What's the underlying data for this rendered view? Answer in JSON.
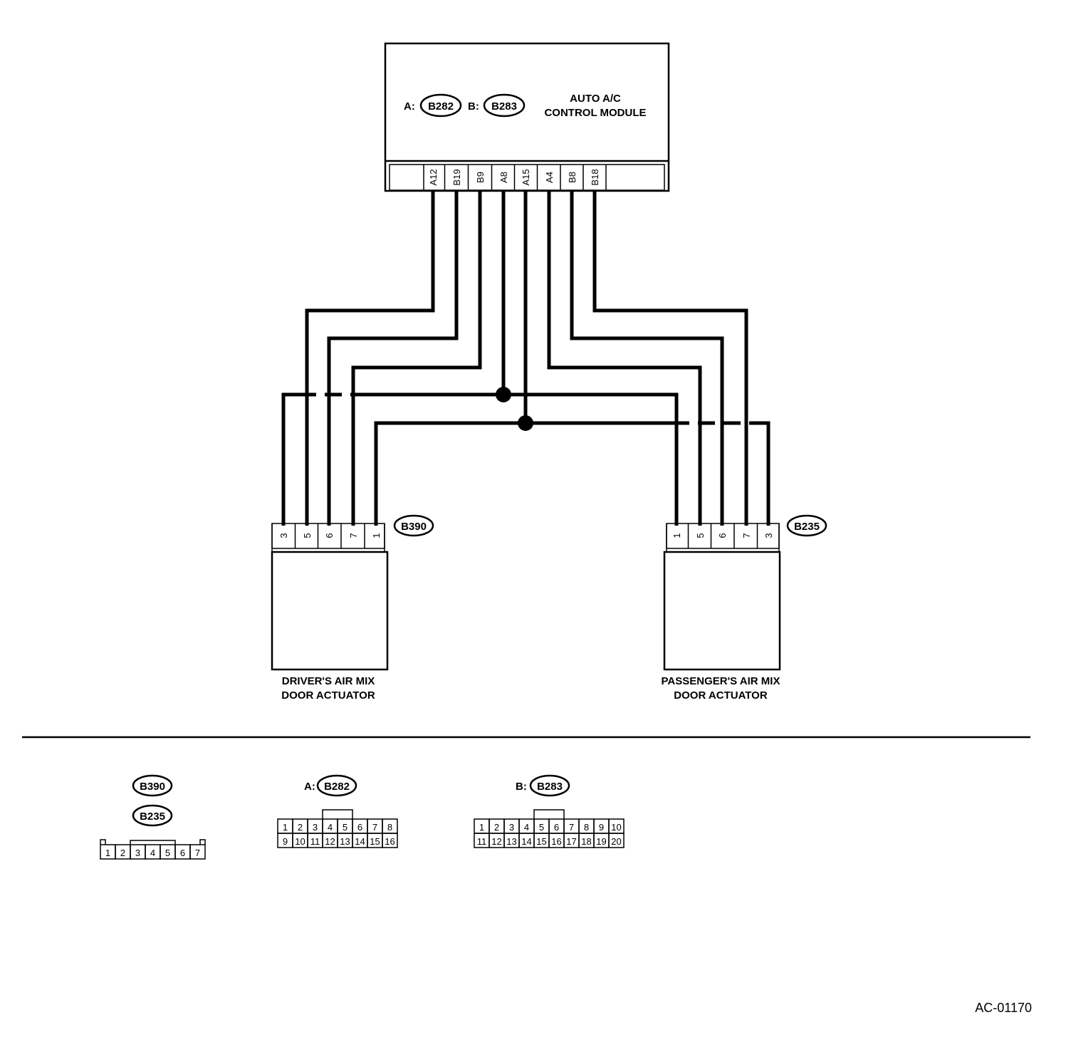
{
  "module": {
    "title_line1": "AUTO A/C",
    "title_line2": "CONTROL MODULE",
    "conn_a_prefix": "A:",
    "conn_a": "B282",
    "conn_b_prefix": "B:",
    "conn_b": "B283",
    "pins": [
      "A12",
      "B19",
      "B9",
      "A8",
      "A15",
      "A4",
      "B8",
      "B18"
    ]
  },
  "driver": {
    "connector": "B390",
    "pins": [
      "3",
      "5",
      "6",
      "7",
      "1"
    ],
    "label_line1": "DRIVER'S AIR MIX",
    "label_line2": "DOOR ACTUATOR"
  },
  "passenger": {
    "connector": "B235",
    "pins": [
      "1",
      "5",
      "6",
      "7",
      "3"
    ],
    "label_line1": "PASSENGER'S AIR MIX",
    "label_line2": "DOOR ACTUATOR"
  },
  "legend": {
    "c1_name_a": "B390",
    "c1_name_b": "B235",
    "c1_pins": [
      "1",
      "2",
      "3",
      "4",
      "5",
      "6",
      "7"
    ],
    "c2_prefix": "A:",
    "c2_name": "B282",
    "c2_top": [
      "1",
      "2",
      "3",
      "4",
      "5",
      "6",
      "7",
      "8"
    ],
    "c2_bottom": [
      "9",
      "10",
      "11",
      "12",
      "13",
      "14",
      "15",
      "16"
    ],
    "c3_prefix": "B:",
    "c3_name": "B283",
    "c3_top": [
      "1",
      "2",
      "3",
      "4",
      "5",
      "6",
      "7",
      "8",
      "9",
      "10"
    ],
    "c3_bottom": [
      "11",
      "12",
      "13",
      "14",
      "15",
      "16",
      "17",
      "18",
      "19",
      "20"
    ]
  },
  "figure_code": "AC-01170"
}
